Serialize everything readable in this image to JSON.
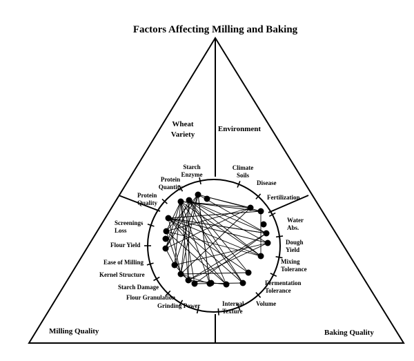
{
  "title": "Factors Affecting Milling and Baking",
  "regions": {
    "wheat_variety": [
      "Wheat",
      "Variety"
    ],
    "environment": "Environment",
    "milling_quality": "Milling Quality",
    "baking_quality": "Baking Quality"
  },
  "factors": [
    {
      "id": "starch_enzyme",
      "lines": [
        "Starch",
        "Enzyme"
      ]
    },
    {
      "id": "climate_soils",
      "lines": [
        "Climate",
        "Soils"
      ]
    },
    {
      "id": "disease",
      "lines": [
        "Disease"
      ]
    },
    {
      "id": "fertilization",
      "lines": [
        "Fertilization"
      ]
    },
    {
      "id": "water_abs",
      "lines": [
        "Water",
        "Abs."
      ]
    },
    {
      "id": "dough_yield",
      "lines": [
        "Dough",
        "Yield"
      ]
    },
    {
      "id": "mixing_tolerance",
      "lines": [
        "Mixing",
        "Tolerance"
      ]
    },
    {
      "id": "fermentation_tolerance",
      "lines": [
        "Fermentation",
        "Tolerance"
      ]
    },
    {
      "id": "internal_texture",
      "lines": [
        "Internal",
        "Texture"
      ]
    },
    {
      "id": "volume",
      "lines": [
        "Volume"
      ]
    },
    {
      "id": "grinding_power",
      "lines": [
        "Grinding Power"
      ]
    },
    {
      "id": "flour_granulation",
      "lines": [
        "Flour Granulation"
      ]
    },
    {
      "id": "starch_damage",
      "lines": [
        "Starch Damage"
      ]
    },
    {
      "id": "kernel_structure",
      "lines": [
        "Kernel Structure"
      ]
    },
    {
      "id": "ease_of_milling",
      "lines": [
        "Ease of Milling"
      ]
    },
    {
      "id": "flour_yield",
      "lines": [
        "Flour Yield"
      ]
    },
    {
      "id": "screenings_loss",
      "lines": [
        "Screenings",
        "Loss"
      ]
    },
    {
      "id": "protein_quality",
      "lines": [
        "Protein",
        "Quality"
      ]
    },
    {
      "id": "protein_quantity",
      "lines": [
        "Protein",
        "Quantity"
      ]
    }
  ]
}
